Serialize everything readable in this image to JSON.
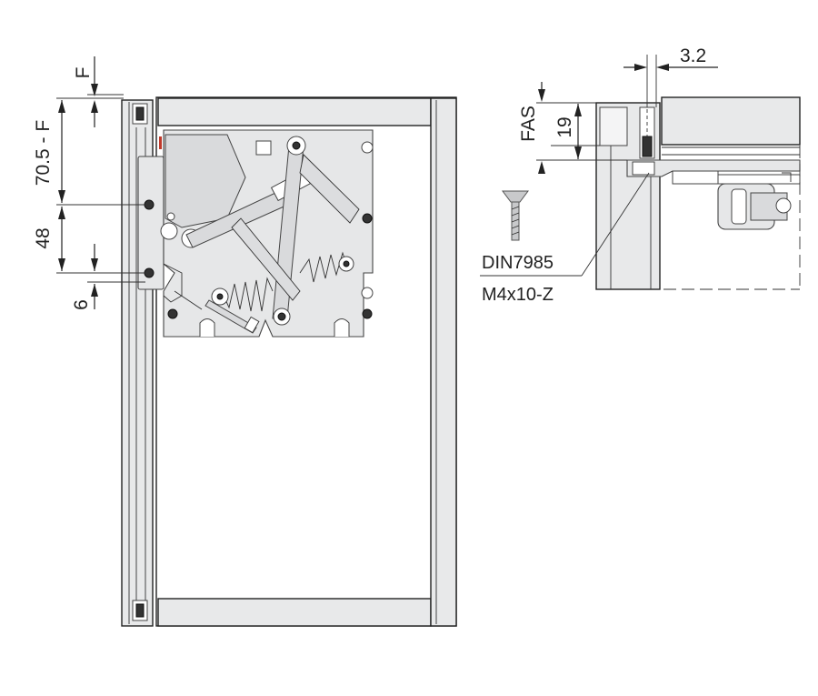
{
  "dimensions": {
    "f": "F",
    "seventy_minus_f": "70.5 - F",
    "forty_eight": "48",
    "six": "6",
    "three_two": "3.2",
    "fas": "FAS",
    "nineteen": "19"
  },
  "screw_note": {
    "line1": "DIN7985",
    "line2": "M4x10-Z"
  },
  "colors": {
    "panel_fill": "#e8e9ea",
    "line": "#222222",
    "accent_red": "#c0392b"
  }
}
